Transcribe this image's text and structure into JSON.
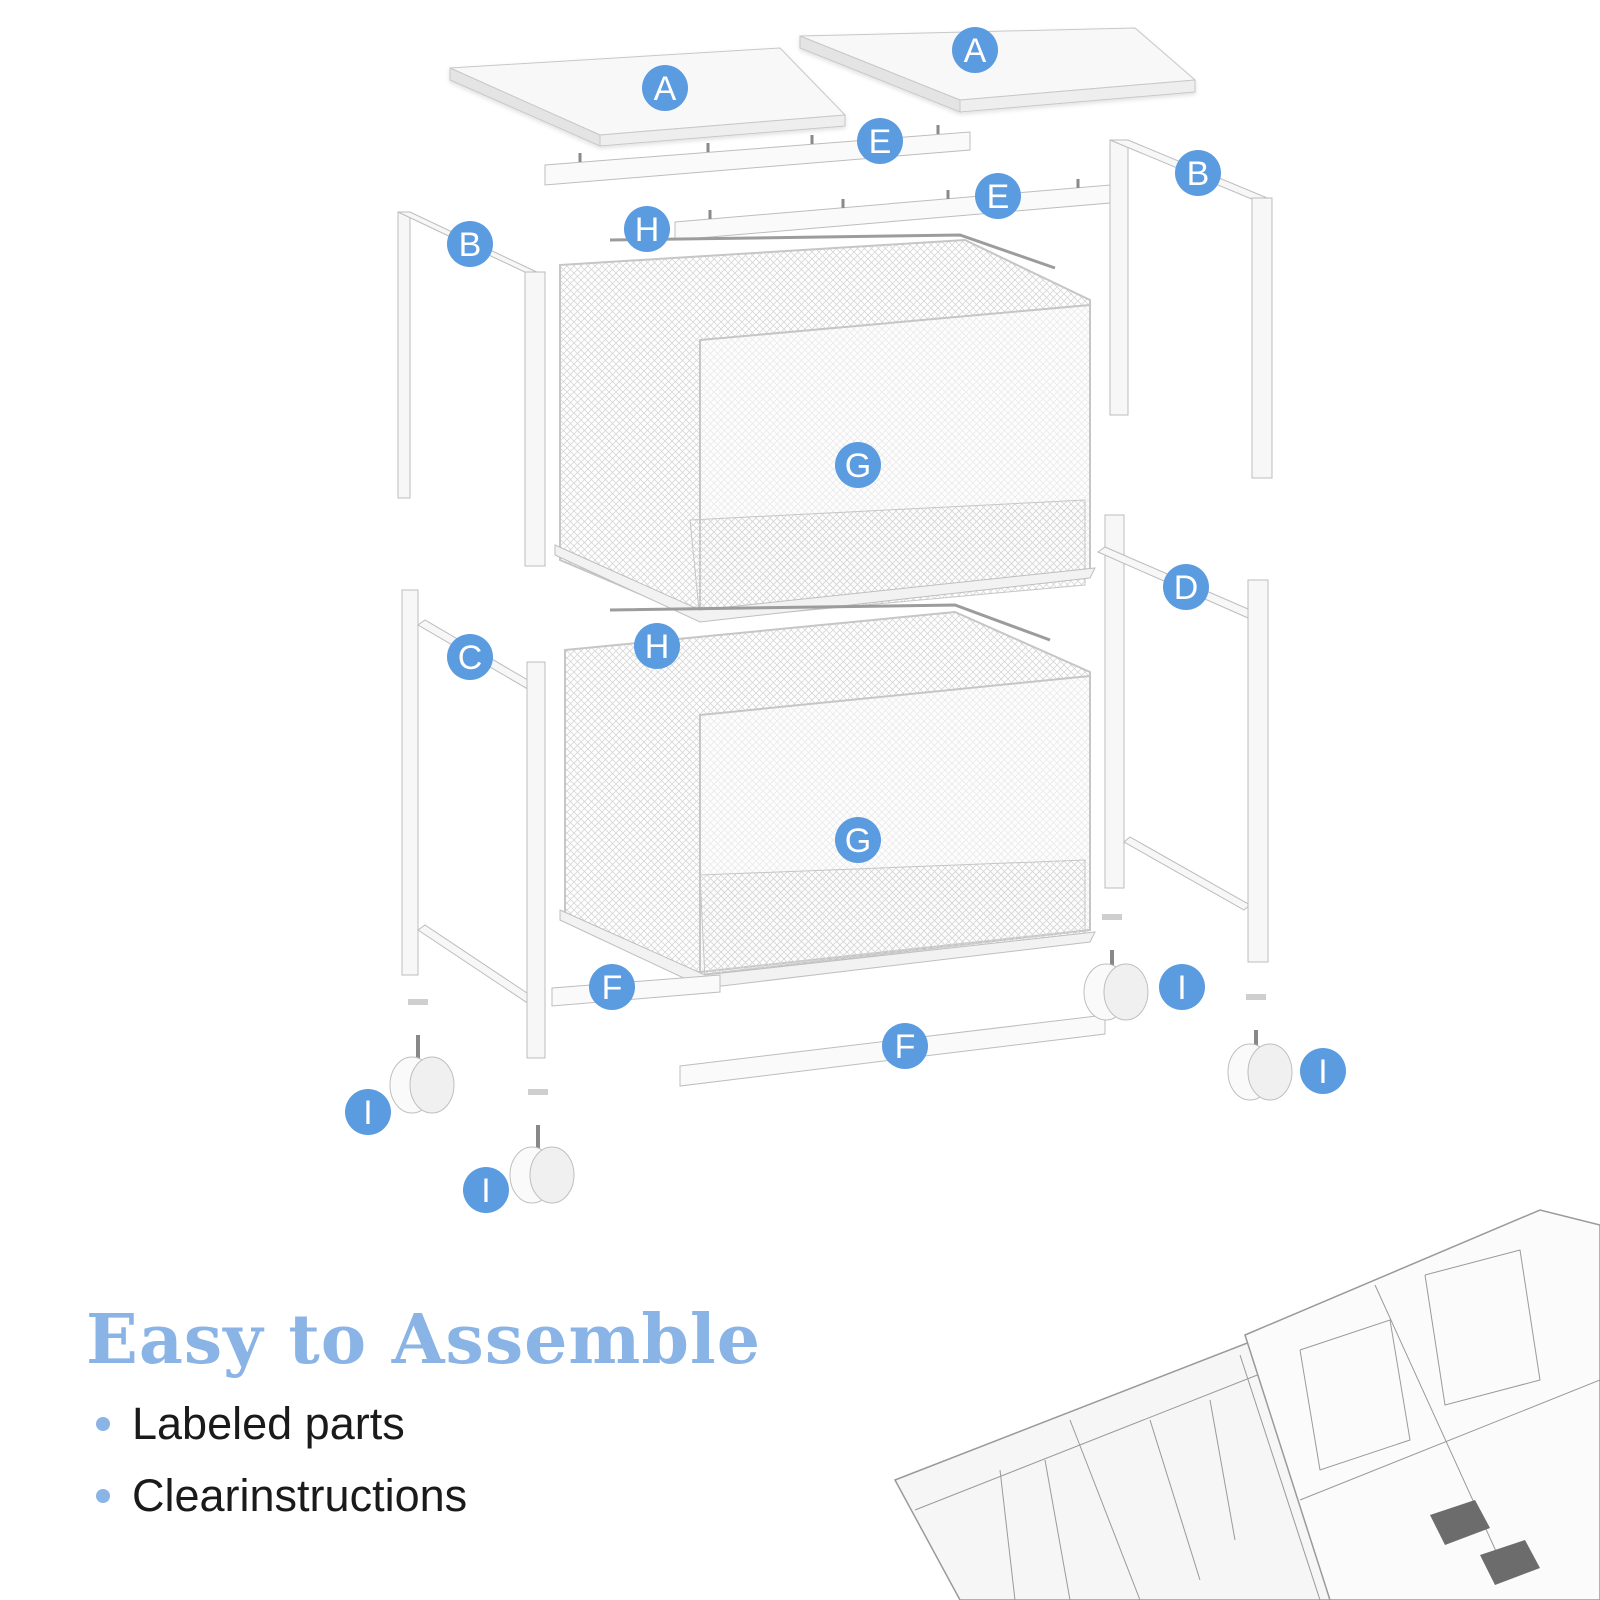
{
  "headline": "Easy to Assemble",
  "features": [
    "Labeled parts",
    "Clearinstructions"
  ],
  "part_labels": {
    "a": "A",
    "b": "B",
    "c": "C",
    "d": "D",
    "e": "E",
    "f": "F",
    "g": "G",
    "h": "H",
    "i": "I"
  },
  "colors": {
    "badge": "#5b9be0",
    "headline": "#8ab4e6",
    "bullet": "#8ab4e6",
    "text": "#1a1a1a",
    "panel": "#ffffff",
    "outline": "#b5b5b5",
    "mesh": "#d0d0d0"
  }
}
